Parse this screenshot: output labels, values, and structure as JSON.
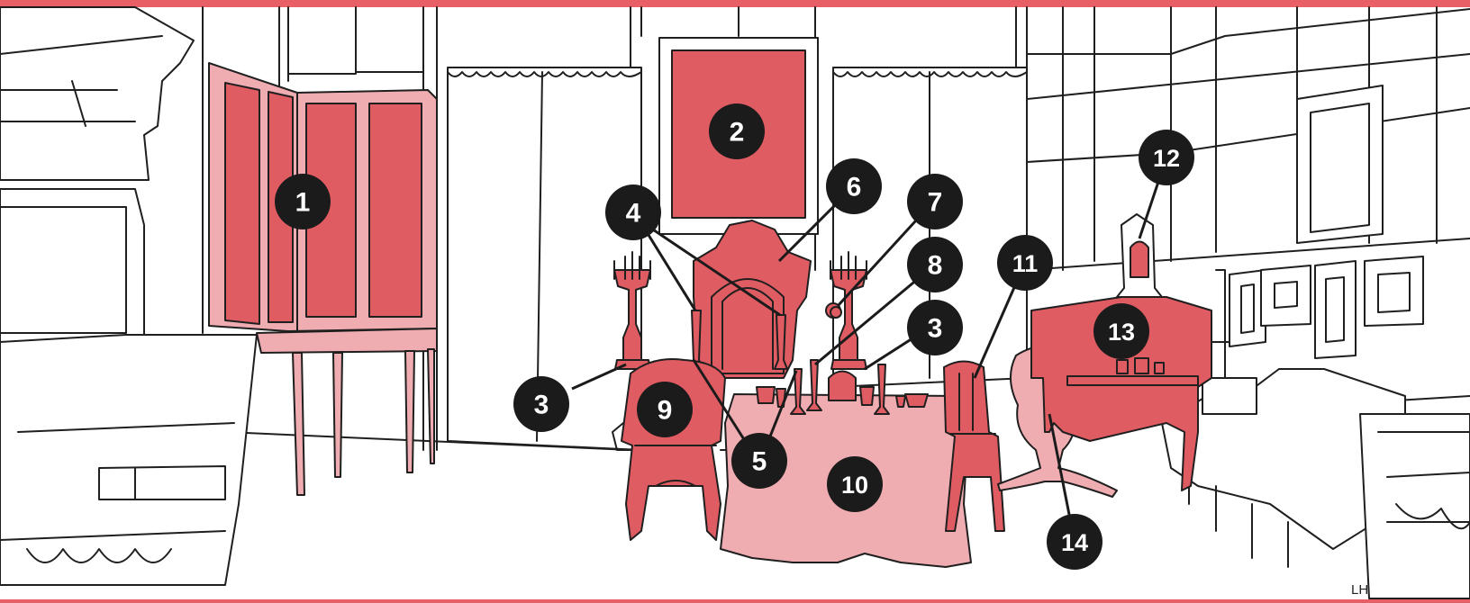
{
  "colors": {
    "frame": "#e85f66",
    "dark_fill": "#e05c63",
    "light_fill": "#f0adb1",
    "outline": "#1f1f1f",
    "badge": "#1b1b1b",
    "badge_text": "#ffffff"
  },
  "callouts": [
    {
      "id": "c1",
      "label": "1",
      "target": "folding-screen"
    },
    {
      "id": "c2",
      "label": "2",
      "target": "wall-painting"
    },
    {
      "id": "c3a",
      "label": "3",
      "target": "candelabrum-left"
    },
    {
      "id": "c3b",
      "label": "3",
      "target": "candelabrum-right"
    },
    {
      "id": "c4",
      "label": "4",
      "target": "candlesticks"
    },
    {
      "id": "c5",
      "label": "5",
      "target": "table-candlesticks"
    },
    {
      "id": "c6",
      "label": "6",
      "target": "ornate-mirror"
    },
    {
      "id": "c7",
      "label": "7",
      "target": "hanging-ornament"
    },
    {
      "id": "c8",
      "label": "8",
      "target": "table-vessels"
    },
    {
      "id": "c9",
      "label": "9",
      "target": "armchair"
    },
    {
      "id": "c10",
      "label": "10",
      "target": "draped-table"
    },
    {
      "id": "c11",
      "label": "11",
      "target": "side-chair"
    },
    {
      "id": "c12",
      "label": "12",
      "target": "mantel-clock"
    },
    {
      "id": "c13",
      "label": "13",
      "target": "writing-desk"
    },
    {
      "id": "c14",
      "label": "14",
      "target": "tilt-top-table"
    }
  ],
  "signature": "LH"
}
